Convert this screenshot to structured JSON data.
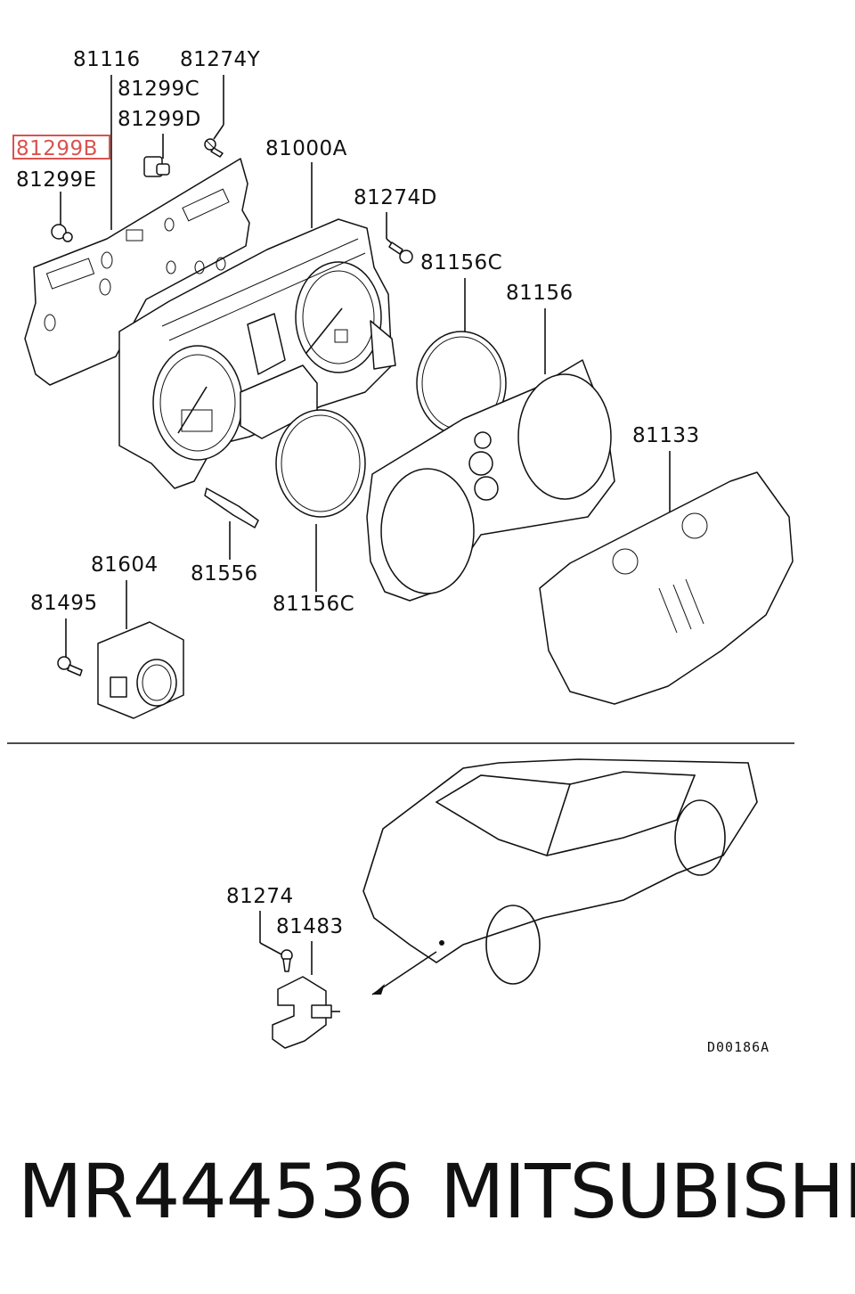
{
  "callouts": {
    "p81116": "81116",
    "p81274Y": "81274Y",
    "p81299C": "81299C",
    "p81299D": "81299D",
    "p81299B": "81299B",
    "p81299E": "81299E",
    "p81000A": "81000A",
    "p81274D": "81274D",
    "p81156C_top": "81156C",
    "p81156": "81156",
    "p81133": "81133",
    "p81604": "81604",
    "p81556": "81556",
    "p81495": "81495",
    "p81156C_bot": "81156C",
    "p81274": "81274",
    "p81483": "81483"
  },
  "highlighted_part": "81299B",
  "highlight_color": "#d9534f",
  "diagram_code": "D00186A",
  "footer": {
    "part_number": "MR444536",
    "brand": "MITSUBISHI"
  }
}
